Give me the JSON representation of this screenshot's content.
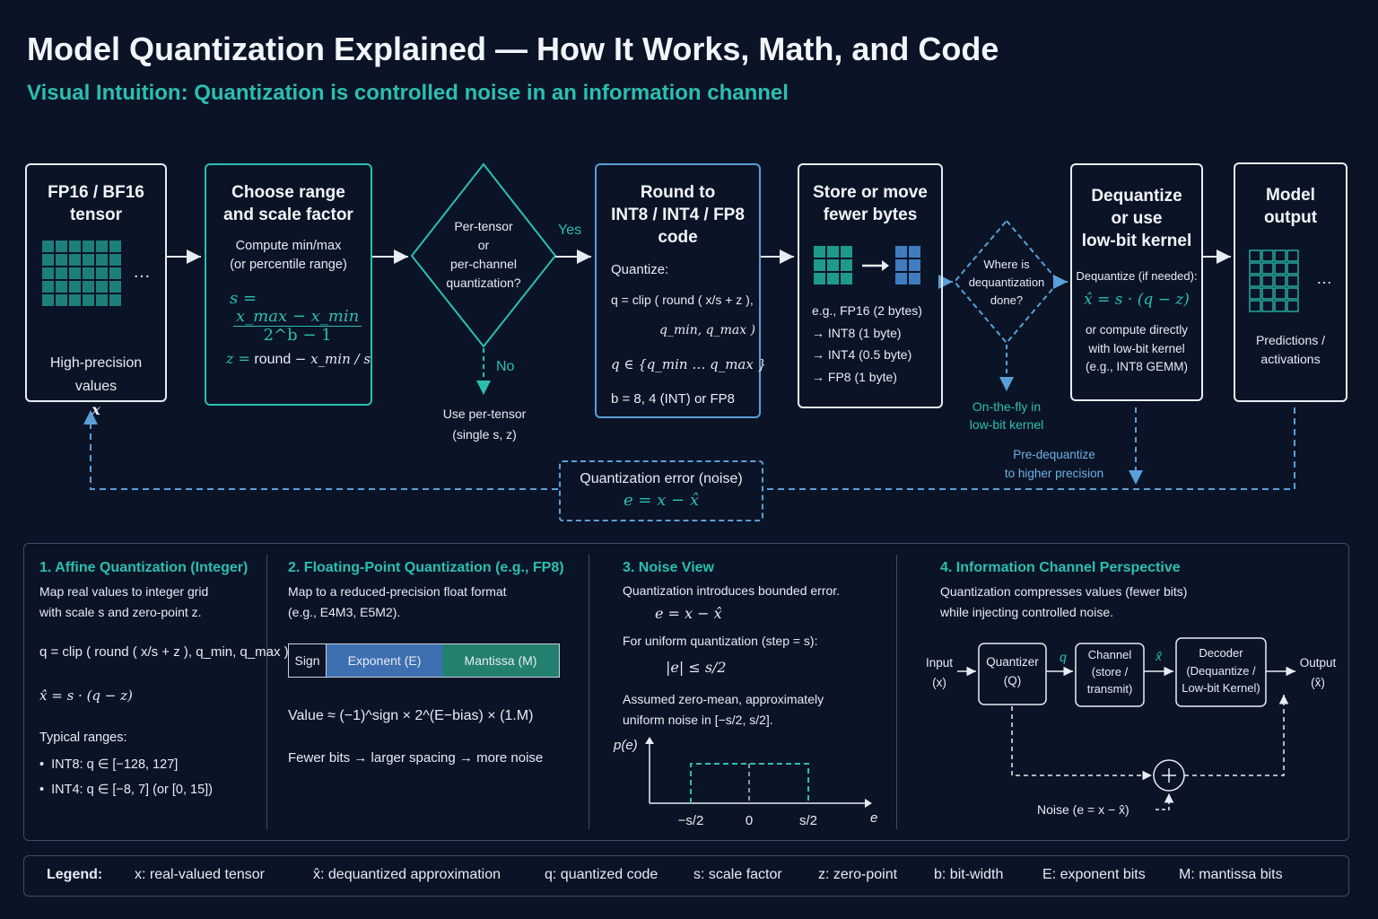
{
  "title": "Model Quantization Explained — How It Works, Math, and Code",
  "subtitle": "Visual Intuition: Quantization is controlled noise in an information channel",
  "flow": {
    "box1": {
      "title": "FP16 / BF16\ntensor",
      "ellipsis": "…",
      "caption": "High-precision\nvalues",
      "var": "x"
    },
    "box2": {
      "title": "Choose range\nand scale factor",
      "text": "Compute min/max\n(or percentile range)",
      "s_lhs": "s =",
      "s_num": "x_max − x_min",
      "s_den": "2^b − 1",
      "z_lhs": "z =",
      "z_fn": "round",
      "z_arg": "− x_min / s"
    },
    "diamond1": {
      "text": "Per-tensor\nor\nper-channel\nquantization?",
      "yes": "Yes",
      "no": "No",
      "no_text": "Use per-tensor\n(single s, z)"
    },
    "box3": {
      "title": "Round to\nINT8 / INT4 / FP8\ncode",
      "label": "Quantize:",
      "q_formula": "q = clip ( round ( x/s + z ),",
      "q_formula2": "q_min, q_max )",
      "q_set": "q ∈ {q_min … q_max }",
      "b_line": "b = 8, 4 (INT) or FP8"
    },
    "box4": {
      "title": "Store or move\nfewer bytes",
      "lines": [
        "e.g., FP16 (2 bytes)",
        "→ INT8 (1 byte)",
        "→ INT4 (0.5 byte)",
        "→ FP8 (1 byte)"
      ]
    },
    "diamond2": {
      "text": "Where is\ndequantization\ndone?",
      "below": "On-the-fly in\nlow-bit kernel",
      "right": "Pre-dequantize\nto higher precision"
    },
    "box5": {
      "title": "Dequantize\nor use\nlow-bit kernel",
      "line1": "Dequantize (if needed):",
      "formula": "x̂ = s · (q − z)",
      "line2": "or compute directly\nwith low-bit kernel\n(e.g., INT8 GEMM)"
    },
    "box6": {
      "title": "Model\noutput",
      "ellipsis": "…",
      "caption": "Predictions /\nactivations"
    },
    "error": {
      "title": "Quantization error (noise)",
      "formula": "e = x − x̂"
    }
  },
  "sections": {
    "s1": {
      "title": "1. Affine Quantization (Integer)",
      "text": "Map real values to integer grid\nwith scale s and zero-point  z.",
      "q_formula": "q = clip ( round ( x/s + z ), q_min, q_max )",
      "xhat": "x̂ = s · (q − z)",
      "ranges_title": "Typical ranges:",
      "ranges": [
        "INT8:   q ∈ [−128, 127]",
        "INT4:   q ∈ [−8, 7] (or [0, 15])"
      ]
    },
    "s2": {
      "title": "2. Floating-Point Quantization (e.g., FP8)",
      "text": "Map to a reduced-precision float format\n(e.g., E4M3, E5M2).",
      "sign": "Sign",
      "exponent": "Exponent (E)",
      "mantissa": "Mantissa (M)",
      "value": "Value ≈ (−1)^sign × 2^(E−bias) × (1.M)",
      "fewer": "Fewer bits → larger spacing → more noise"
    },
    "s3": {
      "title": "3. Noise View",
      "text": "Quantization introduces bounded error.",
      "e_formula": "e = x − x̂",
      "uniform": "For uniform quantization (step = s):",
      "bound": "|e| ≤ s/2",
      "assumed": "Assumed zero-mean, approximately\nuniform noise in [−s/2, s/2].",
      "ylab": "p(e)",
      "xlab": "e",
      "ticks": [
        "−s/2",
        "0",
        "s/2"
      ]
    },
    "s4": {
      "title": "4. Information Channel Perspective",
      "text": "Quantization compresses values (fewer bits)\nwhile injecting controlled noise.",
      "input": "Input\n(x)",
      "quantizer": "Quantizer\n(Q)",
      "q": "q",
      "channel": "Channel\n(store /\ntransmit)",
      "xhat": "x̂",
      "decoder": "Decoder\n(Dequantize /\nLow-bit Kernel)",
      "output": "Output\n(x̂)",
      "noise": "Noise  (e = x − x̂)"
    }
  },
  "legend": {
    "label": "Legend:",
    "items": [
      "x: real-valued tensor",
      "x̂: dequantized approximation",
      "q: quantized code",
      "s: scale factor",
      "z: zero-point",
      "b: bit-width",
      "E: exponent bits",
      "M: mantissa bits"
    ]
  },
  "colors": {
    "background": "#0b1426",
    "teal": "#2bbfb0",
    "blue": "#5a9fd8",
    "grid_teal": "#1d7f7a",
    "grid_blue": "#3f7cc0",
    "exponent": "#3e6fb0",
    "mantissa": "#23806f"
  }
}
